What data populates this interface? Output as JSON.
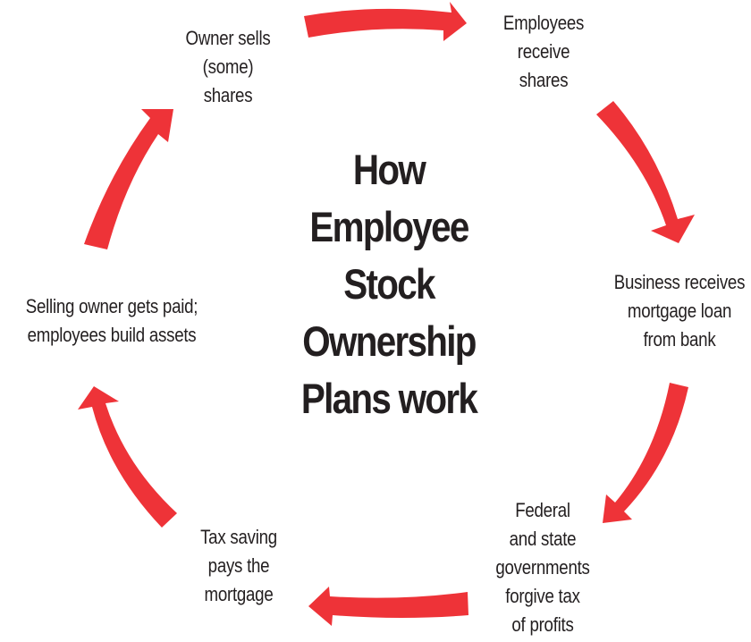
{
  "diagram": {
    "title_lines": [
      "How",
      "Employee",
      "Stock",
      "Ownership",
      "Plans work"
    ],
    "steps": [
      {
        "lines": [
          "Employees",
          "receive",
          "shares"
        ]
      },
      {
        "lines": [
          "Business receives",
          "mortgage loan",
          "from bank"
        ]
      },
      {
        "lines": [
          "Federal",
          "and state",
          "governments",
          "forgive tax",
          "of profits"
        ]
      },
      {
        "lines": [
          "Tax saving",
          "pays the",
          "mortgage"
        ]
      },
      {
        "lines": [
          "Selling owner gets paid;",
          "employees build assets"
        ]
      },
      {
        "lines": [
          "Owner sells",
          "(some)",
          "shares"
        ]
      }
    ],
    "arrow_color": "#ee3338",
    "text_color": "#231f20",
    "flow_direction": "clockwise"
  }
}
